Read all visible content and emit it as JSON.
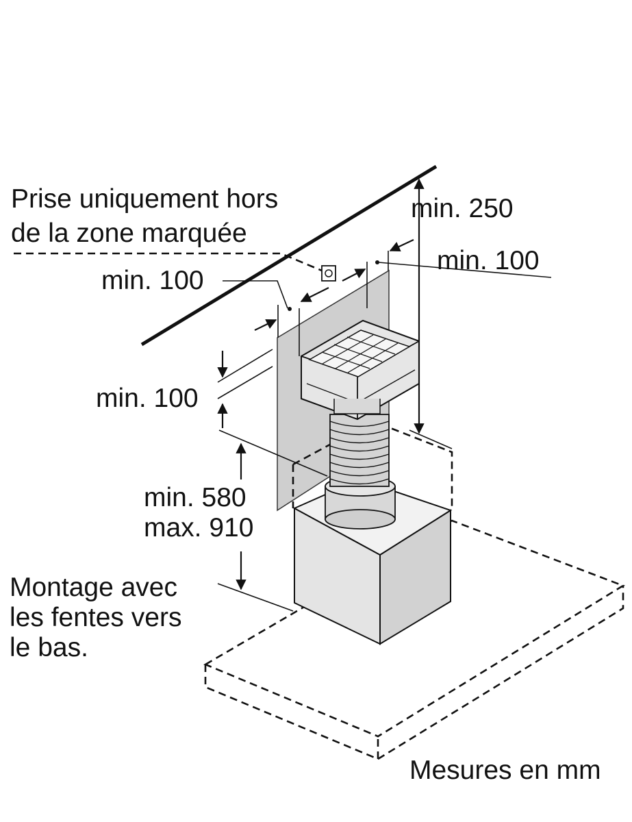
{
  "labels": {
    "socket_note": [
      "Prise uniquement hors",
      "de la zone marquée"
    ],
    "clearance_top": "min. 250",
    "clearance_right": "min. 100",
    "clearance_left": "min. 100",
    "clearance_vertical": "min. 100",
    "duct_height_min": "min. 580",
    "duct_height_max": "max. 910",
    "mounting_note": [
      "Montage avec",
      "les fentes vers",
      "le bas."
    ],
    "units_note": "Mesures en mm"
  },
  "colors": {
    "ink": "#111111",
    "marked_zone": "#cfcfcf",
    "filter_body": "#e6e6e6",
    "duct": "#d4d4d4",
    "hood_box": "#dedede"
  }
}
